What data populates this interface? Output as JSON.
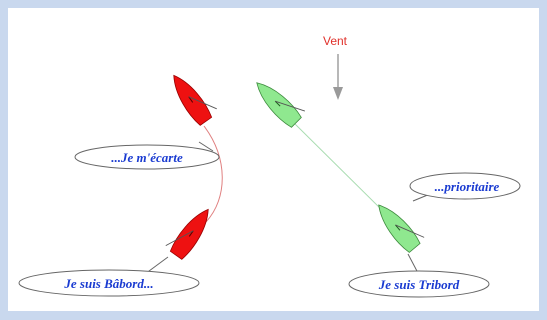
{
  "diagram": {
    "wind_label": "Vent",
    "bubbles": {
      "je_mecarte": "...Je m'écarte",
      "je_suis_babord": "Je suis Bâbord...",
      "prioritaire": "...prioritaire",
      "je_suis_tribord": "Je suis Tribord"
    },
    "colors": {
      "frame": "#c9d8ee",
      "background": "#ffffff",
      "port_boat": "#ee1111",
      "starboard_boat": "#8fe88f",
      "port_track": "#e08080",
      "starboard_track": "#a8dcb0",
      "text_blue": "#1a3bd1",
      "wind_red": "#e0302a"
    },
    "icons": [
      "wind-arrow-icon",
      "red-boat-icon",
      "green-boat-icon"
    ]
  }
}
